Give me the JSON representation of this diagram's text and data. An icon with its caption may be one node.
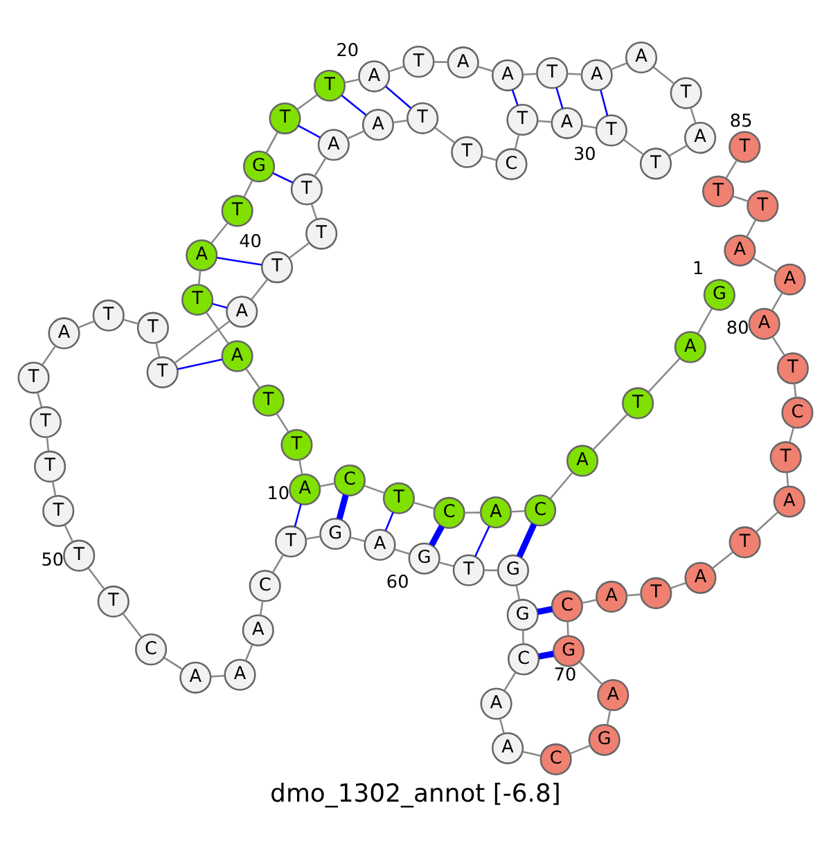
{
  "diagram": {
    "title": "dmo_1302_annot [-6.8]",
    "nodes": [
      {
        "text": [
          "G"
        ],
        "beside": [
          "1"
        ]
      },
      {
        "text": [
          "A"
        ]
      },
      {
        "text": [
          "T"
        ]
      },
      {
        "text": [
          "A"
        ]
      },
      {
        "text": [
          "C"
        ]
      },
      {
        "text": [
          "A"
        ]
      },
      {
        "text": [
          "C"
        ]
      },
      {
        "text": [
          "T"
        ]
      },
      {
        "text": [
          "C"
        ]
      },
      {
        "text": [
          "A"
        ],
        "beside": [
          "10"
        ]
      },
      {
        "text": [
          "T"
        ]
      },
      {
        "text": [
          "T"
        ]
      },
      {
        "text": [
          "A"
        ]
      },
      {
        "text": [
          "T"
        ]
      },
      {
        "text": [
          "A"
        ]
      },
      {
        "text": [
          "T"
        ]
      },
      {
        "text": [
          "G"
        ]
      },
      {
        "text": [
          "T"
        ]
      },
      {
        "text": [
          "T"
        ]
      },
      {
        "text": [
          "A"
        ],
        "beside": [
          "20"
        ]
      },
      {
        "text": [
          "T"
        ]
      },
      {
        "text": [
          "A"
        ]
      },
      {
        "text": [
          "A"
        ]
      },
      {
        "text": [
          "T"
        ]
      },
      {
        "text": [
          "A"
        ]
      },
      {
        "text": [
          "A"
        ]
      },
      {
        "text": [
          "T"
        ]
      },
      {
        "text": [
          "A"
        ]
      },
      {
        "text": [
          "T"
        ]
      },
      {
        "text": [
          "T"
        ],
        "beside": [
          "30"
        ]
      },
      {
        "text": [
          "A"
        ]
      },
      {
        "text": [
          "T"
        ]
      },
      {
        "text": [
          "C"
        ]
      },
      {
        "text": [
          "T"
        ]
      },
      {
        "text": [
          "T"
        ]
      },
      {
        "text": [
          "A"
        ]
      },
      {
        "text": [
          "A"
        ]
      },
      {
        "text": [
          "T"
        ]
      },
      {
        "text": [
          "T"
        ]
      },
      {
        "text": [
          "T"
        ],
        "beside": [
          "40"
        ]
      },
      {
        "text": [
          "A"
        ]
      },
      {
        "text": [
          "T"
        ]
      },
      {
        "text": [
          "T"
        ]
      },
      {
        "text": [
          "T"
        ]
      },
      {
        "text": [
          "A"
        ]
      },
      {
        "text": [
          "T"
        ]
      },
      {
        "text": [
          "T"
        ]
      },
      {
        "text": [
          "T"
        ]
      },
      {
        "text": [
          "T"
        ]
      },
      {
        "text": [
          "T"
        ],
        "beside": [
          "50"
        ]
      },
      {
        "text": [
          "T"
        ]
      },
      {
        "text": [
          "C"
        ]
      },
      {
        "text": [
          "A"
        ]
      },
      {
        "text": [
          "A"
        ]
      },
      {
        "text": [
          "A"
        ]
      },
      {
        "text": [
          "C"
        ]
      },
      {
        "text": [
          "T"
        ]
      },
      {
        "text": [
          "G"
        ]
      },
      {
        "text": [
          "A"
        ]
      },
      {
        "text": [
          "G"
        ],
        "beside": [
          "60"
        ]
      },
      {
        "text": [
          "T"
        ]
      },
      {
        "text": [
          "G"
        ]
      },
      {
        "text": [
          "G"
        ]
      },
      {
        "text": [
          "C"
        ]
      },
      {
        "text": [
          "A"
        ]
      },
      {
        "text": [
          "A"
        ]
      },
      {
        "text": [
          "C"
        ]
      },
      {
        "text": [
          "G"
        ]
      },
      {
        "text": [
          "A"
        ]
      },
      {
        "text": [
          "G"
        ],
        "beside": [
          "70"
        ]
      },
      {
        "text": [
          "C"
        ]
      },
      {
        "text": [
          "A"
        ]
      },
      {
        "text": [
          "T"
        ]
      },
      {
        "text": [
          "A"
        ]
      },
      {
        "text": [
          "T"
        ]
      },
      {
        "text": [
          "A"
        ]
      },
      {
        "text": [
          "T"
        ]
      },
      {
        "text": [
          "C"
        ]
      },
      {
        "text": [
          "T"
        ]
      },
      {
        "text": [
          "A"
        ],
        "beside": [
          "80"
        ]
      },
      {
        "text": [
          "A"
        ]
      },
      {
        "text": [
          "A"
        ]
      },
      {
        "text": [
          "T"
        ]
      },
      {
        "text": [
          "T"
        ]
      },
      {
        "text": [
          "T"
        ],
        "beside": [
          "85"
        ]
      }
    ],
    "edges": [
      {
        "from": 0,
        "to": 1,
        "arrow": "none"
      },
      {
        "from": 1,
        "to": 2,
        "arrow": "none"
      },
      {
        "from": 2,
        "to": 3,
        "arrow": "none"
      },
      {
        "from": 3,
        "to": 4,
        "arrow": "none"
      },
      {
        "from": 4,
        "to": 5,
        "arrow": "none"
      },
      {
        "from": 5,
        "to": 6,
        "arrow": "none"
      },
      {
        "from": 6,
        "to": 7,
        "arrow": "none"
      },
      {
        "from": 7,
        "to": 8,
        "arrow": "none"
      },
      {
        "from": 8,
        "to": 9,
        "arrow": "none"
      },
      {
        "from": 9,
        "to": 10,
        "arrow": "none"
      },
      {
        "from": 10,
        "to": 11,
        "arrow": "none"
      },
      {
        "from": 11,
        "to": 12,
        "arrow": "none"
      },
      {
        "from": 12,
        "to": 13,
        "arrow": "none"
      },
      {
        "from": 13,
        "to": 14,
        "arrow": "none"
      },
      {
        "from": 14,
        "to": 15,
        "arrow": "none"
      },
      {
        "from": 15,
        "to": 16,
        "arrow": "none"
      },
      {
        "from": 16,
        "to": 17,
        "arrow": "none"
      },
      {
        "from": 17,
        "to": 18,
        "arrow": "none"
      },
      {
        "from": 18,
        "to": 19,
        "arrow": "none"
      },
      {
        "from": 19,
        "to": 20,
        "arrow": "none"
      },
      {
        "from": 20,
        "to": 21,
        "arrow": "none"
      },
      {
        "from": 21,
        "to": 22,
        "arrow": "none"
      },
      {
        "from": 22,
        "to": 23,
        "arrow": "none"
      },
      {
        "from": 23,
        "to": 24,
        "arrow": "none"
      },
      {
        "from": 24,
        "to": 25,
        "arrow": "none"
      },
      {
        "from": 25,
        "to": 26,
        "arrow": "none"
      },
      {
        "from": 26,
        "to": 27,
        "arrow": "none"
      },
      {
        "from": 27,
        "to": 28,
        "arrow": "none"
      },
      {
        "from": 28,
        "to": 29,
        "arrow": "none"
      },
      {
        "from": 29,
        "to": 30,
        "arrow": "none"
      },
      {
        "from": 30,
        "to": 31,
        "arrow": "none"
      },
      {
        "from": 31,
        "to": 32,
        "arrow": "none"
      },
      {
        "from": 32,
        "to": 33,
        "arrow": "none"
      },
      {
        "from": 33,
        "to": 34,
        "arrow": "none"
      },
      {
        "from": 34,
        "to": 35,
        "arrow": "none"
      },
      {
        "from": 35,
        "to": 36,
        "arrow": "none"
      },
      {
        "from": 36,
        "to": 37,
        "arrow": "none"
      },
      {
        "from": 37,
        "to": 38,
        "arrow": "none"
      },
      {
        "from": 38,
        "to": 39,
        "arrow": "none"
      },
      {
        "from": 39,
        "to": 40,
        "arrow": "none"
      },
      {
        "from": 40,
        "to": 41,
        "arrow": "none"
      },
      {
        "from": 41,
        "to": 42,
        "arrow": "none"
      },
      {
        "from": 42,
        "to": 43,
        "arrow": "none"
      },
      {
        "from": 43,
        "to": 44,
        "arrow": "none"
      },
      {
        "from": 44,
        "to": 45,
        "arrow": "none"
      },
      {
        "from": 45,
        "to": 46,
        "arrow": "none"
      },
      {
        "from": 46,
        "to": 47,
        "arrow": "none"
      },
      {
        "from": 47,
        "to": 48,
        "arrow": "none"
      },
      {
        "from": 48,
        "to": 49,
        "arrow": "none"
      },
      {
        "from": 49,
        "to": 50,
        "arrow": "none"
      },
      {
        "from": 50,
        "to": 51,
        "arrow": "none"
      },
      {
        "from": 51,
        "to": 52,
        "arrow": "none"
      },
      {
        "from": 52,
        "to": 53,
        "arrow": "none"
      },
      {
        "from": 53,
        "to": 54,
        "arrow": "none"
      },
      {
        "from": 54,
        "to": 55,
        "arrow": "none"
      },
      {
        "from": 55,
        "to": 56,
        "arrow": "none"
      },
      {
        "from": 56,
        "to": 57,
        "arrow": "none"
      },
      {
        "from": 57,
        "to": 58,
        "arrow": "none"
      },
      {
        "from": 58,
        "to": 59,
        "arrow": "none"
      },
      {
        "from": 59,
        "to": 60,
        "arrow": "none"
      },
      {
        "from": 60,
        "to": 61,
        "arrow": "none"
      },
      {
        "from": 61,
        "to": 62,
        "arrow": "none"
      },
      {
        "from": 62,
        "to": 63,
        "arrow": "none"
      },
      {
        "from": 63,
        "to": 64,
        "arrow": "none"
      },
      {
        "from": 64,
        "to": 65,
        "arrow": "none"
      },
      {
        "from": 65,
        "to": 66,
        "arrow": "none"
      },
      {
        "from": 66,
        "to": 67,
        "arrow": "none"
      },
      {
        "from": 67,
        "to": 68,
        "arrow": "none"
      },
      {
        "from": 68,
        "to": 69,
        "arrow": "none"
      },
      {
        "from": 69,
        "to": 70,
        "arrow": "none"
      },
      {
        "from": 70,
        "to": 71,
        "arrow": "none"
      },
      {
        "from": 71,
        "to": 72,
        "arrow": "none"
      },
      {
        "from": 72,
        "to": 73,
        "arrow": "none"
      },
      {
        "from": 73,
        "to": 74,
        "arrow": "none"
      },
      {
        "from": 74,
        "to": 75,
        "arrow": "none"
      },
      {
        "from": 75,
        "to": 76,
        "arrow": "none"
      },
      {
        "from": 76,
        "to": 77,
        "arrow": "none"
      },
      {
        "from": 77,
        "to": 78,
        "arrow": "none"
      },
      {
        "from": 78,
        "to": 79,
        "arrow": "none"
      },
      {
        "from": 79,
        "to": 80,
        "arrow": "none"
      },
      {
        "from": 80,
        "to": 81,
        "arrow": "none"
      },
      {
        "from": 81,
        "to": 82,
        "arrow": "none"
      },
      {
        "from": 82,
        "to": 83,
        "arrow": "none"
      },
      {
        "from": 83,
        "to": 84,
        "arrow": "none"
      },
      {
        "from": 4,
        "to": 61,
        "arrow": "none",
        "style": "thick",
        "color": "#0000ff"
      },
      {
        "from": 5,
        "to": 60,
        "arrow": "none",
        "color": "#0000ff"
      },
      {
        "from": 6,
        "to": 59,
        "arrow": "none",
        "style": "thick",
        "color": "#0000ff"
      },
      {
        "from": 7,
        "to": 58,
        "arrow": "none",
        "color": "#0000ff"
      },
      {
        "from": 8,
        "to": 57,
        "arrow": "none",
        "style": "thick",
        "color": "#0000ff"
      },
      {
        "from": 9,
        "to": 56,
        "arrow": "none",
        "color": "#0000ff"
      },
      {
        "from": 12,
        "to": 41,
        "arrow": "none",
        "color": "#0000ff"
      },
      {
        "from": 13,
        "to": 40,
        "arrow": "none",
        "color": "#0000ff"
      },
      {
        "from": 14,
        "to": 39,
        "arrow": "none",
        "color": "#0000ff"
      },
      {
        "from": 16,
        "to": 37,
        "arrow": "none",
        "color": "#0000ff"
      },
      {
        "from": 17,
        "to": 36,
        "arrow": "none",
        "color": "#0000ff"
      },
      {
        "from": 18,
        "to": 35,
        "arrow": "none",
        "color": "#0000ff"
      },
      {
        "from": 19,
        "to": 34,
        "arrow": "none",
        "color": "#0000ff"
      },
      {
        "from": 22,
        "to": 31,
        "arrow": "none",
        "color": "#0000ff"
      },
      {
        "from": 23,
        "to": 30,
        "arrow": "none",
        "color": "#0000ff"
      },
      {
        "from": 24,
        "to": 29,
        "arrow": "none",
        "color": "#0000ff"
      },
      {
        "from": 62,
        "to": 70,
        "arrow": "none",
        "style": "thick",
        "color": "#0000ff"
      },
      {
        "from": 63,
        "to": 69,
        "arrow": "none",
        "style": "thick",
        "color": "#0000ff"
      }
    ]
  }
}
